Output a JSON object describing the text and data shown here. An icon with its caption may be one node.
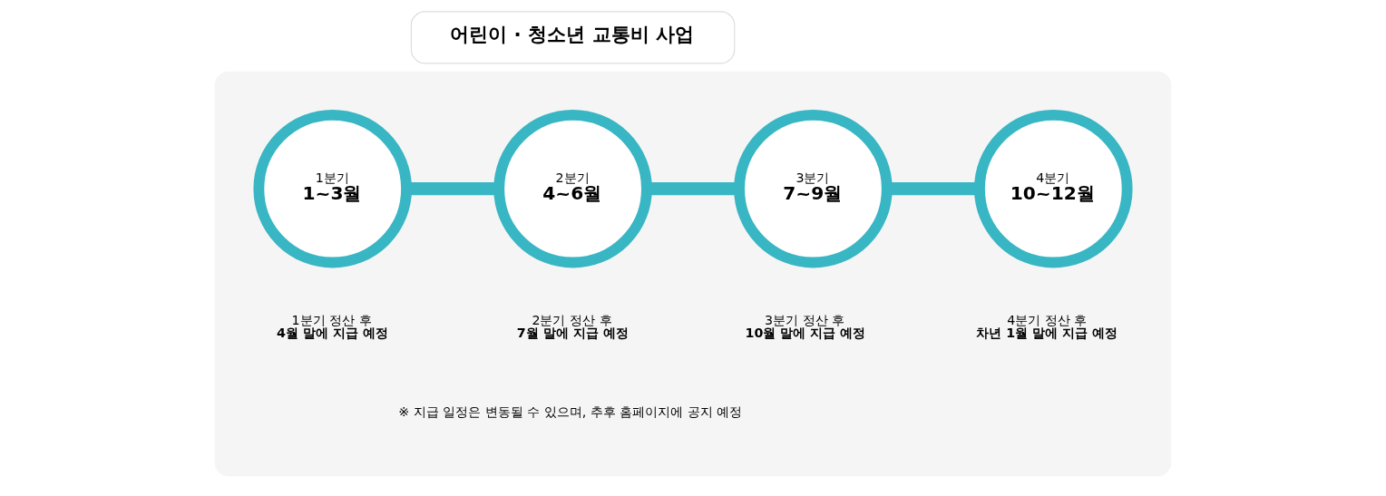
{
  "diagram": {
    "nodes": [
      {
        "text": [
          "어린이 · 청소년 교통비 사업"
        ]
      },
      {
        "text": [],
        "shape": "band"
      },
      {
        "text": [
          "1분기",
          "1~3월"
        ],
        "in": 1,
        "beside": [
          "1분기 정산 후",
          "4월 말에 지급 예정"
        ]
      },
      {
        "text": [
          "2분기",
          "4~6월"
        ],
        "in": 1,
        "beside": [
          "2분기 정산 후",
          "7월 말에 지급 예정"
        ]
      },
      {
        "text": [
          "3분기",
          "7~9월"
        ],
        "in": 1,
        "beside": [
          "3분기 정산 후",
          "10월 말에 지급 예정"
        ]
      },
      {
        "text": [
          "4분기",
          "10~12월"
        ],
        "in": 1,
        "beside": [
          "4분기 정산 후",
          "차년 1월 말에 지급 예정"
        ]
      }
    ],
    "edges": [
      {
        "from": 2,
        "to": 3,
        "arrow": "none"
      },
      {
        "from": 3,
        "to": 4,
        "arrow": "none"
      },
      {
        "from": 4,
        "to": 5,
        "arrow": "none"
      }
    ],
    "labels": [
      "※ 지급 일정은 변동될 수 있으며, 추후 홈페이지에 공지 예정"
    ]
  }
}
